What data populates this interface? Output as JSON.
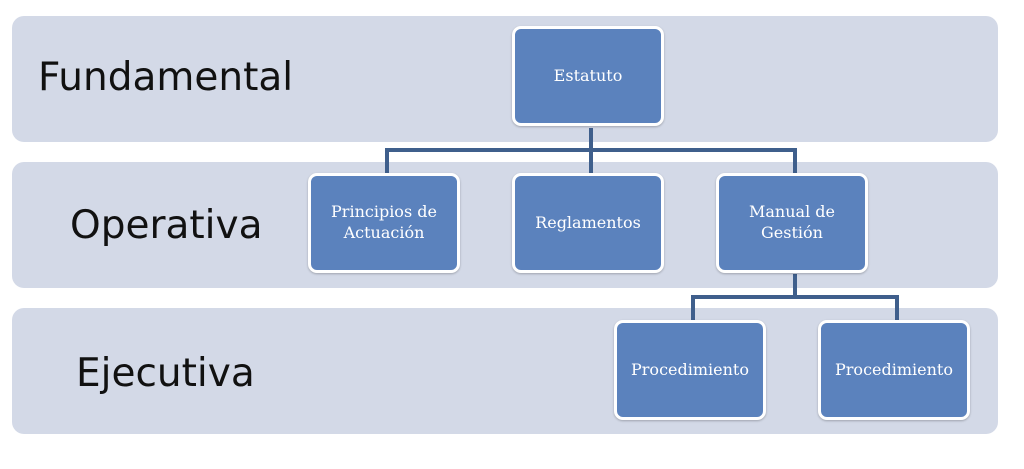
{
  "colors": {
    "band": "#d3d9e7",
    "node_fill": "#5b82bd",
    "node_border": "#ffffff",
    "connector": "#3f5f8c"
  },
  "levels": {
    "fundamental": "Fundamental",
    "operativa": "Operativa",
    "ejecutiva": "Ejecutiva"
  },
  "nodes": {
    "estatuto": "Estatuto",
    "principios": "Principios de Actuación",
    "reglamentos": "Reglamentos",
    "manual": "Manual de Gestión",
    "procedimiento_1": "Procedimiento",
    "procedimiento_2": "Procedimiento"
  }
}
